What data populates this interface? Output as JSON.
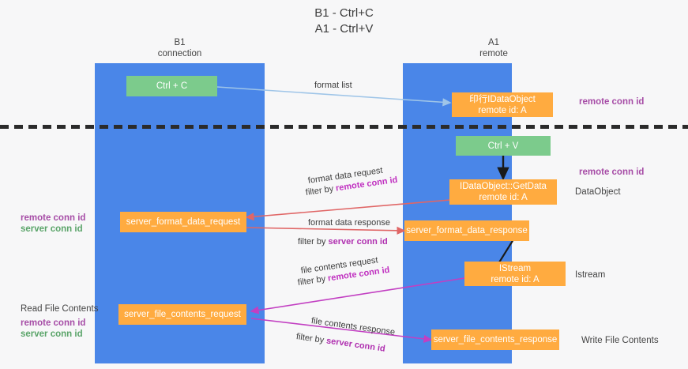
{
  "title": {
    "line1": "B1 - Ctrl+C",
    "line2": "A1 - Ctrl+V"
  },
  "lanes": [
    {
      "name": "b1",
      "title": "B1",
      "subtitle": "connection"
    },
    {
      "name": "a1",
      "title": "A1",
      "subtitle": "remote"
    }
  ],
  "nodes": {
    "ctrl_c": {
      "label": "Ctrl + C",
      "color": "#7ccb8c"
    },
    "idataobject": {
      "line1": "印行IDataObject",
      "line2": "remote id: A",
      "color": "#ffab40"
    },
    "ctrl_v": {
      "label": "Ctrl + V",
      "color": "#7ccb8c"
    },
    "getdata": {
      "line1": "IDataObject::GetData",
      "line2": "remote id: A",
      "color": "#ffab40"
    },
    "fmt_request": {
      "label": "server_format_data_request",
      "color": "#ffab40"
    },
    "fmt_response": {
      "label": "server_format_data_response",
      "color": "#ffab40"
    },
    "istream": {
      "line1": "IStream",
      "line2": "remote id: A",
      "color": "#ffab40"
    },
    "file_request": {
      "label": "server_file_contents_request",
      "color": "#ffab40"
    },
    "file_response": {
      "label": "server_file_contents_response",
      "color": "#ffab40"
    }
  },
  "edges": [
    {
      "name": "format-list",
      "label": "format list",
      "filter": "",
      "filter_key": ""
    },
    {
      "name": "format-data-request",
      "label": "format data request",
      "filter": "filter by ",
      "filter_key": "remote conn id"
    },
    {
      "name": "format-data-response",
      "label": "format data response",
      "filter": "filter by ",
      "filter_key": "server conn id"
    },
    {
      "name": "file-contents-request",
      "label": "file contents request",
      "filter": "filter by ",
      "filter_key": "remote conn id"
    },
    {
      "name": "file-contents-response",
      "label": "file contents response",
      "filter": "filter by ",
      "filter_key": "server conn id"
    }
  ],
  "annotations": {
    "right_remote_conn_id_top": "remote conn id",
    "right_remote_conn_id_mid": "remote conn id",
    "right_dataobject": "DataObject",
    "right_istream": "Istream",
    "right_write_file_contents": "Write File Contents",
    "left_remote_conn_id_1": "remote conn id",
    "left_server_conn_id_1": "server conn id",
    "left_read_file_contents": "Read File Contents",
    "left_remote_conn_id_2": "remote conn id",
    "left_server_conn_id_2": "server conn id"
  },
  "colors": {
    "lane": "#4a86e8",
    "node_orange": "#ffab40",
    "node_green": "#7ccb8c",
    "purple": "#a64ca6",
    "green_text": "#5aa469",
    "arrow_blue": "#9fc5e8",
    "arrow_red": "#e06666",
    "arrow_magenta": "#c23fc2",
    "arrow_black": "#1a1a1a",
    "background": "#f7f7f8"
  }
}
